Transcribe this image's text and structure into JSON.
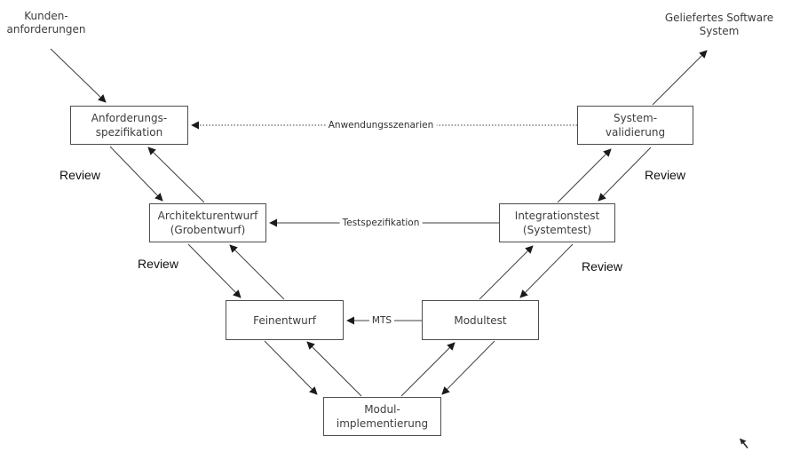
{
  "diagram_type": "v-model-software-process",
  "external": {
    "kunden": {
      "line1": "Kunden-",
      "line2": "anforderungen"
    },
    "geliefert": {
      "line1": "Geliefertes Software",
      "line2": "System"
    }
  },
  "boxes": {
    "anforderungsspezifikation": {
      "line1": "Anforderungs-",
      "line2": "spezifikation"
    },
    "architekturentwurf": {
      "line1": "Architekturentwurf",
      "line2": "(Grobentwurf)"
    },
    "feinentwurf": {
      "label": "Feinentwurf"
    },
    "modulimplementierung": {
      "line1": "Modul-",
      "line2": "implementierung"
    },
    "modultest": {
      "label": "Modultest"
    },
    "integrationstest": {
      "line1": "Integrationstest",
      "line2": "(Systemtest)"
    },
    "systemvalidierung": {
      "line1": "System-",
      "line2": "validierung"
    }
  },
  "edges": {
    "anwendungsszenarien": "Anwendungsszenarien",
    "testspezifikation": "Testspezifikation",
    "mts": "MTS",
    "review": "Review"
  },
  "colors": {
    "line": "#3f3f3f",
    "arrowhead": "#1a1a1a",
    "box_border": "#4d4d4d",
    "box_text": "#3d3d3d",
    "background": "#ffffff"
  }
}
